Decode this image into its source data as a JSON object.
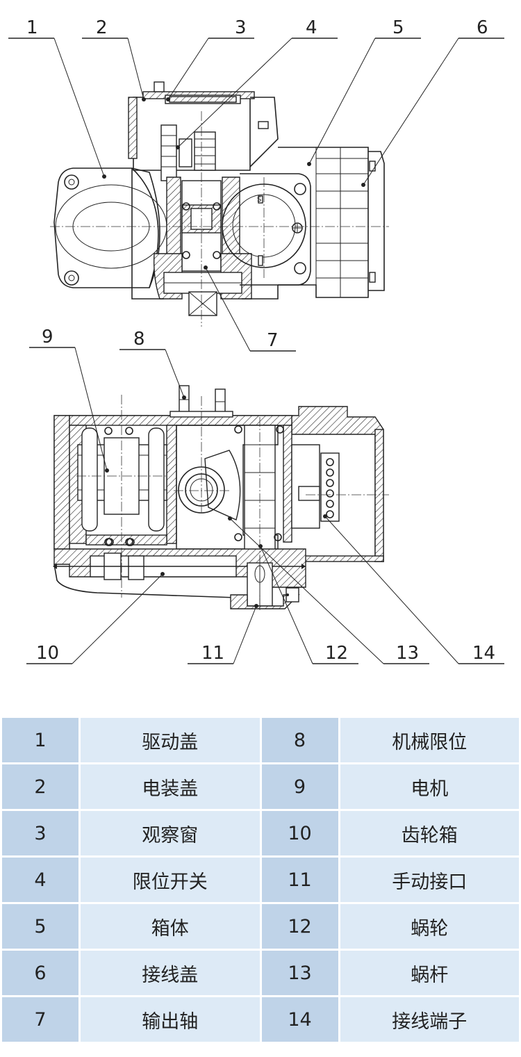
{
  "callouts_top": [
    "1",
    "2",
    "3",
    "4",
    "5",
    "6",
    "7"
  ],
  "callouts_bottom": [
    "8",
    "9",
    "10",
    "11",
    "12",
    "13",
    "14"
  ],
  "legend": [
    {
      "num": "1",
      "name": "驱动盖",
      "num2": "8",
      "name2": "机械限位"
    },
    {
      "num": "2",
      "name": "电装盖",
      "num2": "9",
      "name2": "电机"
    },
    {
      "num": "3",
      "name": "观察窗",
      "num2": "10",
      "name2": "齿轮箱"
    },
    {
      "num": "4",
      "name": "限位开关",
      "num2": "11",
      "name2": "手动接口"
    },
    {
      "num": "5",
      "name": "箱体",
      "num2": "12",
      "name2": "蜗轮"
    },
    {
      "num": "6",
      "name": "接线盖",
      "num2": "13",
      "name2": "蜗杆"
    },
    {
      "num": "7",
      "name": "输出轴",
      "num2": "14",
      "name2": "接线端子"
    }
  ],
  "colors": {
    "number_cell": "#bfd3e8",
    "name_cell": "#ddeaf6",
    "line": "#222222"
  }
}
